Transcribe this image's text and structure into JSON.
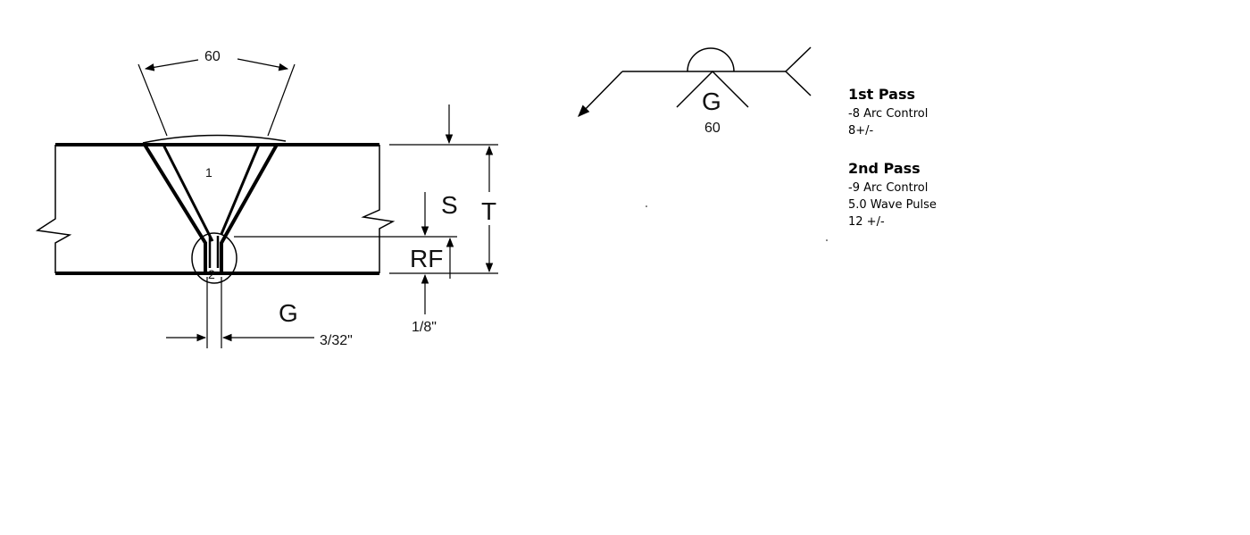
{
  "joint": {
    "angle": "60",
    "pass1": "1",
    "pass2": "2",
    "s": "S",
    "t": "T",
    "rf": "RF",
    "g": "G",
    "gap": "3/32\"",
    "root": "1/8\""
  },
  "symbol": {
    "g": "G",
    "angle": "60"
  },
  "notes": {
    "pass1": {
      "title": "1st Pass",
      "lines": [
        "-8 Arc Control",
        "8+/-"
      ]
    },
    "pass2": {
      "title": "2nd Pass",
      "lines": [
        "-9 Arc Control",
        "5.0 Wave Pulse",
        "12 +/-"
      ]
    }
  }
}
